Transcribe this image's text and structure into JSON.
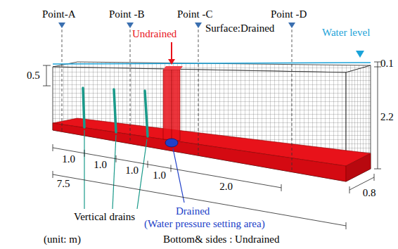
{
  "diagram": {
    "labels": [
      "Point-A",
      "Point -B",
      "Point -C",
      "Point -D",
      "Undrained",
      "Surface:Drained",
      "Water level",
      "0.5",
      "0.1",
      "2.2",
      "1.0",
      "1.0",
      "1.0",
      "1.0",
      "2.0",
      "7.5",
      "0.8",
      "Vertical drains",
      "Drained",
      "(Water pressure setting area)",
      "(unit: m)",
      "Bottom& sides : Undrained"
    ]
  }
}
